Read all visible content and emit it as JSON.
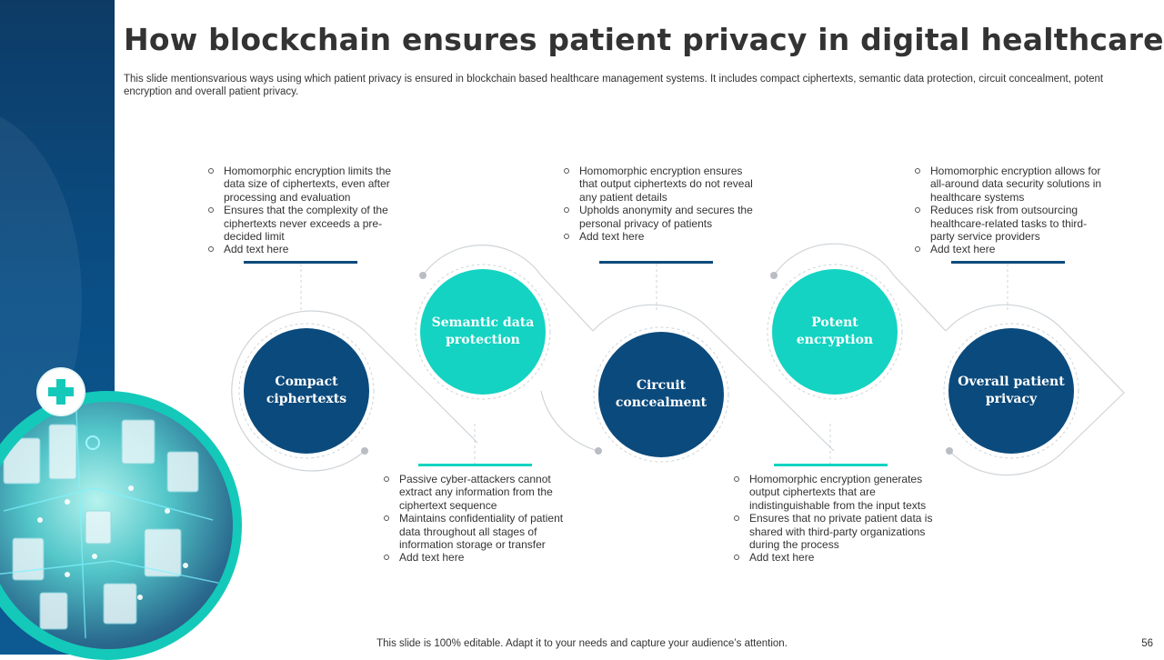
{
  "title": "How blockchain ensures patient privacy in digital healthcare",
  "subtitle": "This slide mentionsvarious ways using which patient privacy is ensured in blockchain based healthcare management systems. It includes compact ciphertexts, semantic data protection, circuit concealment, potent encryption and overall patient privacy.",
  "colors": {
    "dark": "#0b4a7c",
    "teal": "#14d3c2",
    "sidebar": "#0d4f86"
  },
  "badge_icon": "medical-cross-icon",
  "nodes": [
    {
      "label": "Compact ciphertexts",
      "color": "dark",
      "bullets": [
        "Homomorphic encryption limits the data size of ciphertexts, even after processing and evaluation",
        "Ensures that the complexity of the ciphertexts never exceeds a pre-decided limit",
        "Add text here"
      ]
    },
    {
      "label": "Semantic data protection",
      "color": "teal",
      "bullets": [
        "Passive cyber-attackers cannot extract any information from the ciphertext sequence",
        "Maintains confidentiality of patient data throughout all stages of information storage or transfer",
        "Add text here"
      ]
    },
    {
      "label": "Circuit concealment",
      "color": "dark",
      "bullets": [
        "Homomorphic encryption ensures that output ciphertexts do not reveal any patient details",
        "Upholds anonymity and secures the personal privacy of patients",
        "Add text here"
      ]
    },
    {
      "label": "Potent encryption",
      "color": "teal",
      "bullets": [
        "Homomorphic encryption generates output ciphertexts that are indistinguishable from the input texts",
        "Ensures that no private patient data is shared with third-party organizations during the process",
        "Add text here"
      ]
    },
    {
      "label": "Overall patient privacy",
      "color": "dark",
      "bullets": [
        "Homomorphic encryption allows for all-around data security solutions in healthcare systems",
        "Reduces risk from outsourcing healthcare-related tasks to third-party service providers",
        "Add text here"
      ]
    }
  ],
  "footer": "This slide is 100% editable. Adapt it to your needs and capture your audience’s attention.",
  "page_number": "56"
}
